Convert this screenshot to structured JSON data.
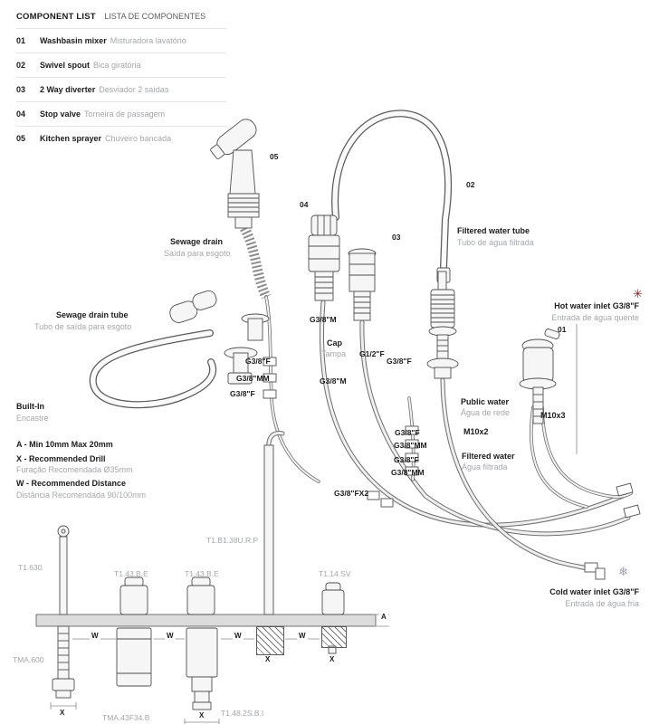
{
  "component_list": {
    "title_en": "COMPONENT LIST",
    "title_pt": "LISTA DE COMPONENTES",
    "items": [
      {
        "num": "01",
        "name_en": "Washbasin mixer",
        "name_pt": "Misturadora lavatório"
      },
      {
        "num": "02",
        "name_en": "Swivel spout",
        "name_pt": "Bica giratória"
      },
      {
        "num": "03",
        "name_en": "2 Way diverter",
        "name_pt": "Desviador 2 saídas"
      },
      {
        "num": "04",
        "name_en": "Stop valve",
        "name_pt": "Torneira de passagem"
      },
      {
        "num": "05",
        "name_en": "Kitchen sprayer",
        "name_pt": "Chuveiro bancada"
      }
    ]
  },
  "callouts": {
    "num_01": "01",
    "num_02": "02",
    "num_03": "03",
    "num_04": "04",
    "num_05": "05",
    "sewage_drain": {
      "en": "Sewage drain",
      "pt": "Saída para esgoto"
    },
    "sewage_drain_tube": {
      "en": "Sewage drain tube",
      "pt": "Tubo de saída para esgoto"
    },
    "filtered_water_tube": {
      "en": "Filtered water tube",
      "pt": "Tubo de água filtrada"
    },
    "hot_water_inlet": {
      "en": "Hot water inlet G3/8\"F",
      "pt": "Entrada de água quente"
    },
    "cold_water_inlet": {
      "en": "Cold water inlet G3/8\"F",
      "pt": "Entrada de água fria"
    },
    "cap": {
      "en": "Cap",
      "pt": "Tampa"
    },
    "built_in": {
      "en": "Built-In",
      "pt": "Encastre"
    },
    "public_water": {
      "en": "Public water",
      "pt": "Água de rede"
    },
    "filtered_water": {
      "en": "Filtered water",
      "pt": "Água filtrada"
    },
    "m10x2": "M10x2",
    "m10x3": "M10x3"
  },
  "fittings": [
    "G3/8\"M",
    "G1/2\"F",
    "G3/8\"F",
    "G3/8\"F",
    "G3/8\"MM",
    "G3/8\"M",
    "G3/8\"F",
    "G3/8\"F",
    "G3/8\"MM",
    "G3/8\"F",
    "G3/8\"MM",
    "G3/8\"FX2"
  ],
  "notes": {
    "a": "A - Min 10mm Max 20mm",
    "x": "X - Recommended Drill",
    "x_pt": "Furação Recomendada Ø35mm",
    "w": "W - Recommended Distance",
    "w_pt": "Distância Recomendada 90/100mm"
  },
  "part_codes": {
    "t1_630": "T1.630",
    "tma_600": "TMA.600",
    "t1_43be_a": "T1.43.B.E",
    "t1_43be_b": "T1.43.B.E",
    "t1_b138urp": "T1.B1.38U.R.P",
    "t1_14sv": "T1.14.SV",
    "tma_43f34b": "TMA.43F34.B",
    "t1_482sbi": "T1.48.2S.B.I"
  },
  "dims": {
    "a": "A",
    "w": "W",
    "x": "X"
  },
  "icons": {
    "hot_glyph": "✳",
    "cold_glyph": "❄"
  },
  "colors": {
    "hot": "#7a2620",
    "cold": "#9aa2ac",
    "ink": "#1c1c1e",
    "muted": "#a5a7ab"
  }
}
